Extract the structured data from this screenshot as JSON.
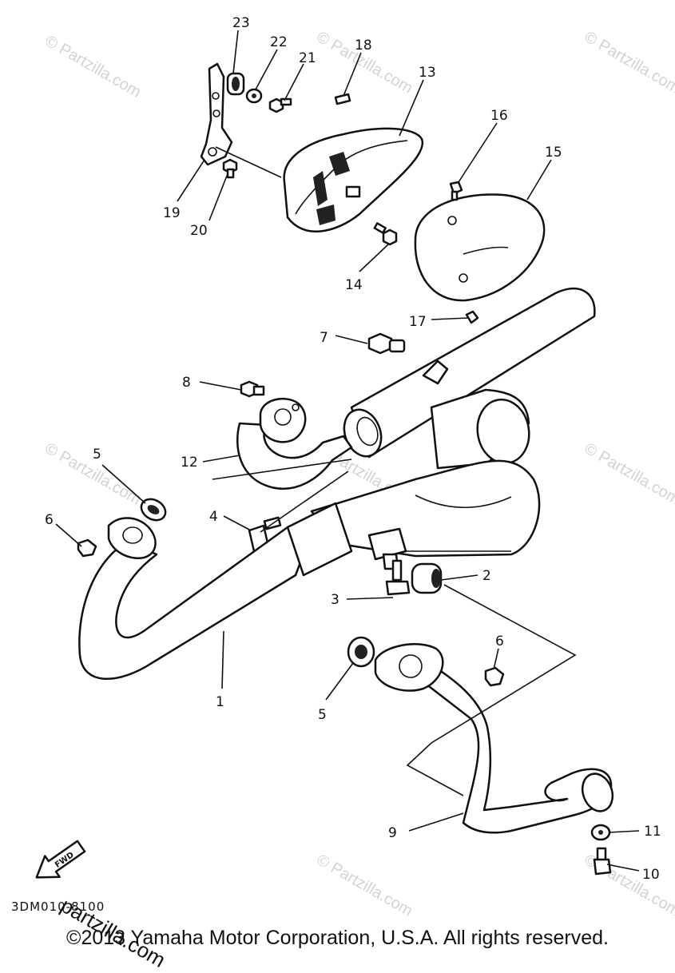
{
  "watermark": "© Partzilla.com",
  "callouts": {
    "p1": "1",
    "p2": "2",
    "p3": "3",
    "p4": "4",
    "p5a": "5",
    "p5b": "5",
    "p6a": "6",
    "p6b": "6",
    "p7": "7",
    "p8": "8",
    "p9": "9",
    "p10": "10",
    "p11": "11",
    "p12": "12",
    "p13": "13",
    "p14": "14",
    "p15": "15",
    "p16": "16",
    "p17": "17",
    "p18": "18",
    "p19": "19",
    "p20": "20",
    "p21": "21",
    "p22": "22",
    "p23": "23"
  },
  "fwd_label": "FWD",
  "diagram_code": "3DM010-8100",
  "brand_mark": "partzilla.com",
  "copyright": "©2013 Yamaha Motor Corporation, U.S.A. All rights reserved."
}
